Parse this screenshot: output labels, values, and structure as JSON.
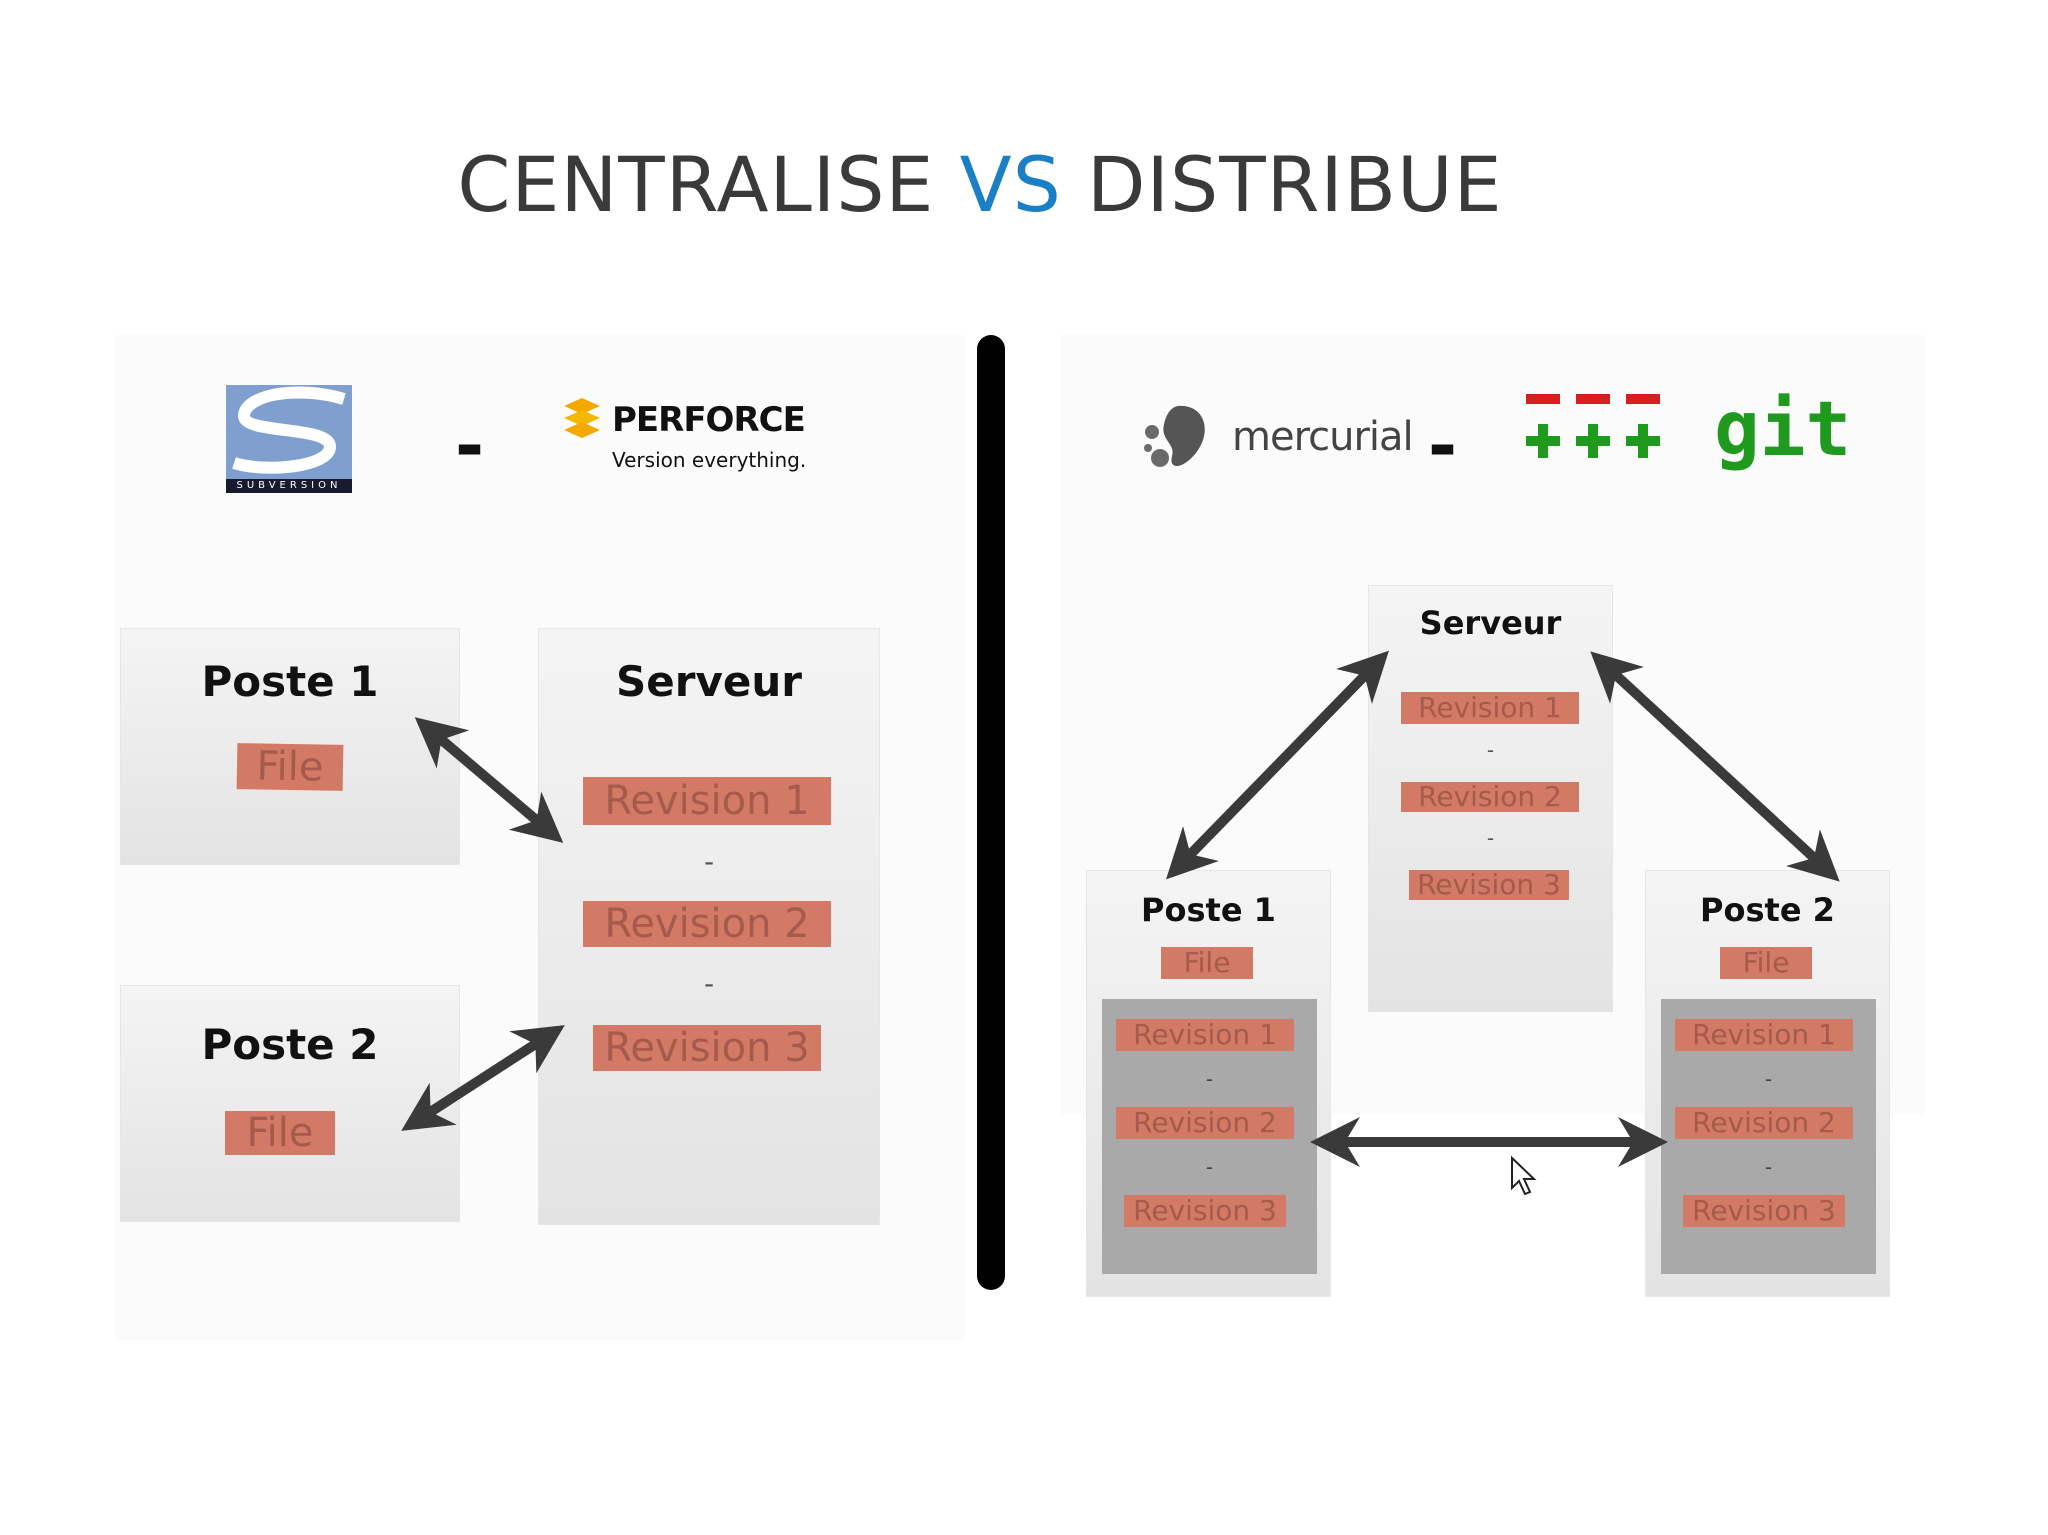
{
  "title": {
    "part1": "CENTRALISE ",
    "vs": "VS",
    "part2": " DISTRIBUE"
  },
  "centralized": {
    "logos": {
      "subversion": "SUBVERSION",
      "separator": "-",
      "perforce": "PERFORCE",
      "perforce_tagline": "Version everything."
    },
    "poste1": {
      "title": "Poste 1",
      "file": "File"
    },
    "poste2": {
      "title": "Poste 2",
      "file": "File"
    },
    "server": {
      "title": "Serveur",
      "revisions": [
        "Revision 1",
        "Revision 2",
        "Revision 3"
      ],
      "separator": "-"
    }
  },
  "distributed": {
    "logos": {
      "mercurial": "mercurial",
      "separator": "-",
      "git": "git"
    },
    "server": {
      "title": "Serveur",
      "revisions": [
        "Revision 1",
        "Revision 2",
        "Revision 3"
      ],
      "separator": "-"
    },
    "poste1": {
      "title": "Poste 1",
      "file": "File",
      "revisions": [
        "Revision 1",
        "Revision 2",
        "Revision 3"
      ],
      "separator": "-"
    },
    "poste2": {
      "title": "Poste 2",
      "file": "File",
      "revisions": [
        "Revision 1",
        "Revision 2",
        "Revision 3"
      ],
      "separator": "-"
    }
  },
  "colors": {
    "accent": "#1a7fc4",
    "tag": "#d27a66",
    "arrow": "#3a3a3a",
    "divider": "#000000"
  }
}
